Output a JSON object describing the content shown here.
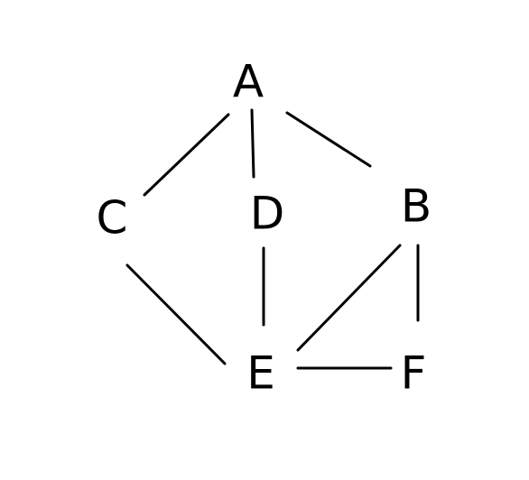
{
  "diagram": {
    "type": "undirected-graph",
    "nodes": [
      {
        "id": "A",
        "label": "A"
      },
      {
        "id": "B",
        "label": "B"
      },
      {
        "id": "C",
        "label": "C"
      },
      {
        "id": "D",
        "label": "D"
      },
      {
        "id": "E",
        "label": "E"
      },
      {
        "id": "F",
        "label": "F"
      }
    ],
    "edges": [
      {
        "from": "A",
        "to": "C"
      },
      {
        "from": "A",
        "to": "D"
      },
      {
        "from": "A",
        "to": "B"
      },
      {
        "from": "C",
        "to": "E"
      },
      {
        "from": "D",
        "to": "E"
      },
      {
        "from": "B",
        "to": "E"
      },
      {
        "from": "B",
        "to": "F"
      },
      {
        "from": "E",
        "to": "F"
      }
    ],
    "colors": {
      "stroke": "#000000",
      "background": "#ffffff"
    }
  }
}
